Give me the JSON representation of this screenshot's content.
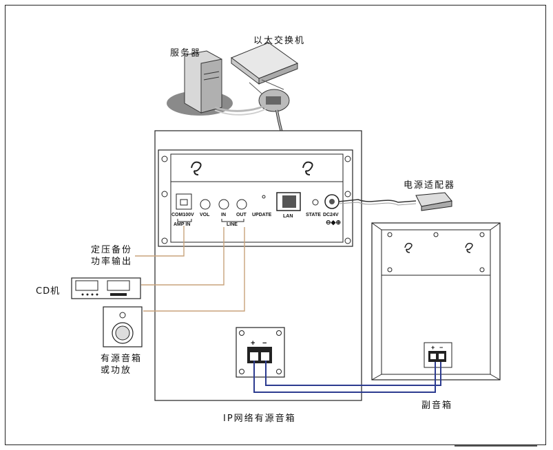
{
  "labels": {
    "switch": "以太交换机",
    "server": "服务器",
    "power_adapter": "电源适配器",
    "fixed_amp_line1": "定压备份",
    "fixed_amp_line2": "功率输出",
    "cd_player": "CD机",
    "active_speaker_line1": "有源音箱",
    "active_speaker_line2": "或功放",
    "main_speaker": "IP网络有源音箱",
    "sub_speaker": "副音箱"
  },
  "ports": {
    "com100v": "COM100V",
    "amp_in": "AMP IN",
    "vol": "VOL",
    "in": "IN",
    "out": "OUT",
    "line": "LINE",
    "update": "UPDATE",
    "lan": "LAN",
    "state": "STATE",
    "dc24v": "DC24V",
    "plus": "+",
    "minus": "−"
  },
  "colors": {
    "signal_wire": "#c8a27a",
    "speaker_wire": "#2b3a8f",
    "outline": "#222222"
  }
}
